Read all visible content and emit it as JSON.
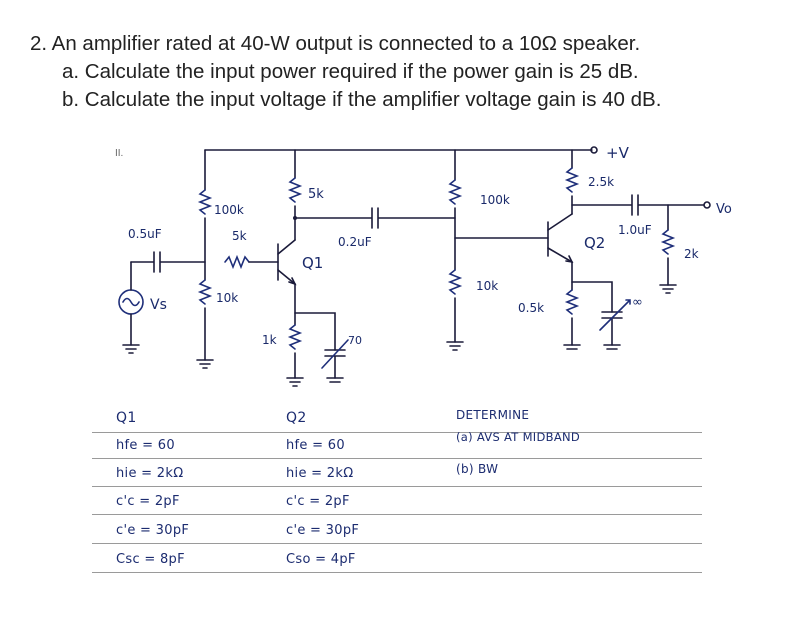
{
  "problem": {
    "line1": "2. An amplifier rated at 40-W output is connected to a 10Ω speaker.",
    "line2": "a. Calculate the input power required if the power gain is 25 dB.",
    "line3": "b. Calculate the input voltage if the amplifier voltage gain is 40 dB."
  },
  "circuit_label": "II.",
  "circuit": {
    "vcc": "+V",
    "vo": "Vo",
    "vs": "Vs",
    "c_in": "0.5uF",
    "r_100k_a": "100k",
    "r_5k_series": "5k",
    "r_10k_a": "10k",
    "r_5k_collector": "5k",
    "q1": "Q1",
    "r_1k": "1k",
    "c_emitter_1": "70",
    "c_couple": "0.2uF",
    "r_100k_b": "100k",
    "r_10k_b": "10k",
    "r_2_5k": "2.5k",
    "c_out": "1.0uF",
    "q2": "Q2",
    "r_0_5k": "0.5k",
    "c_emitter_2": "∞",
    "r_2k": "2k"
  },
  "table": {
    "q1_header": "Q1",
    "q2_header": "Q2",
    "q1_rows": [
      "hfe = 60",
      "hie = 2kΩ",
      "c'c = 2pF",
      "c'e = 30pF",
      "Csc = 8pF"
    ],
    "q2_rows": [
      "hfe = 60",
      "hie = 2kΩ",
      "c'c = 2pF",
      "c'e = 30pF",
      "Cso = 4pF"
    ],
    "determine_title": "DETERMINE",
    "determine_items": [
      "(a) AVS AT MIDBAND",
      "(b) BW"
    ]
  }
}
